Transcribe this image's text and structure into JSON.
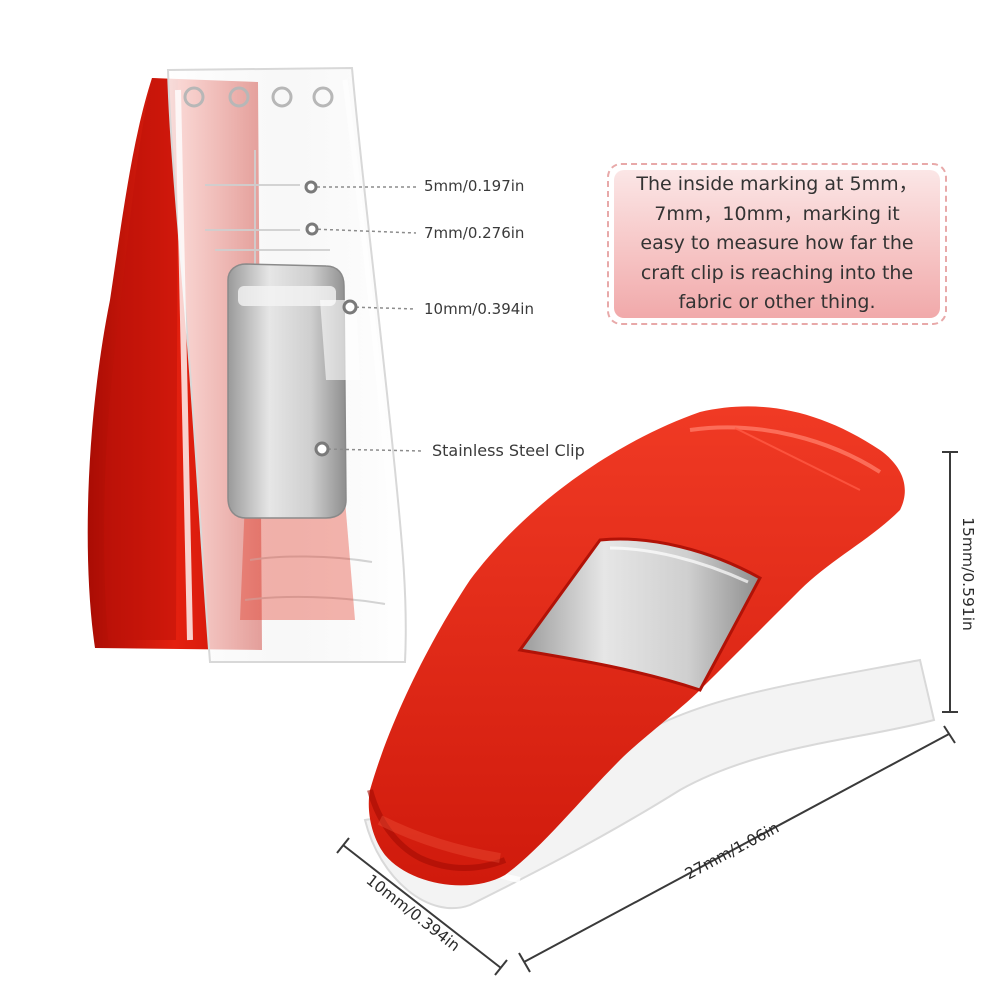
{
  "callouts": {
    "mark_5mm": "5mm/0.197in",
    "mark_7mm": "7mm/0.276in",
    "mark_10mm": "10mm/0.394in",
    "steel_clip": "Stainless Steel Clip"
  },
  "note": {
    "line1": "The inside marking at 5mm，",
    "line2": "7mm，10mm，marking it",
    "line3": "easy to measure how far the",
    "line4": "craft clip is reaching into the",
    "line5": "fabric or other thing."
  },
  "dimensions": {
    "height": "15mm/0.591in",
    "length": "27mm/1.06in",
    "width": "10mm/0.394in"
  },
  "colors": {
    "clip_red": "#e81e10",
    "clip_red_dark": "#b50d05",
    "clear_plastic": "#f4f4f4",
    "steel": "#c9c9c9",
    "note_bg": "#f6c5c5",
    "note_border": "#e8a9a9"
  }
}
